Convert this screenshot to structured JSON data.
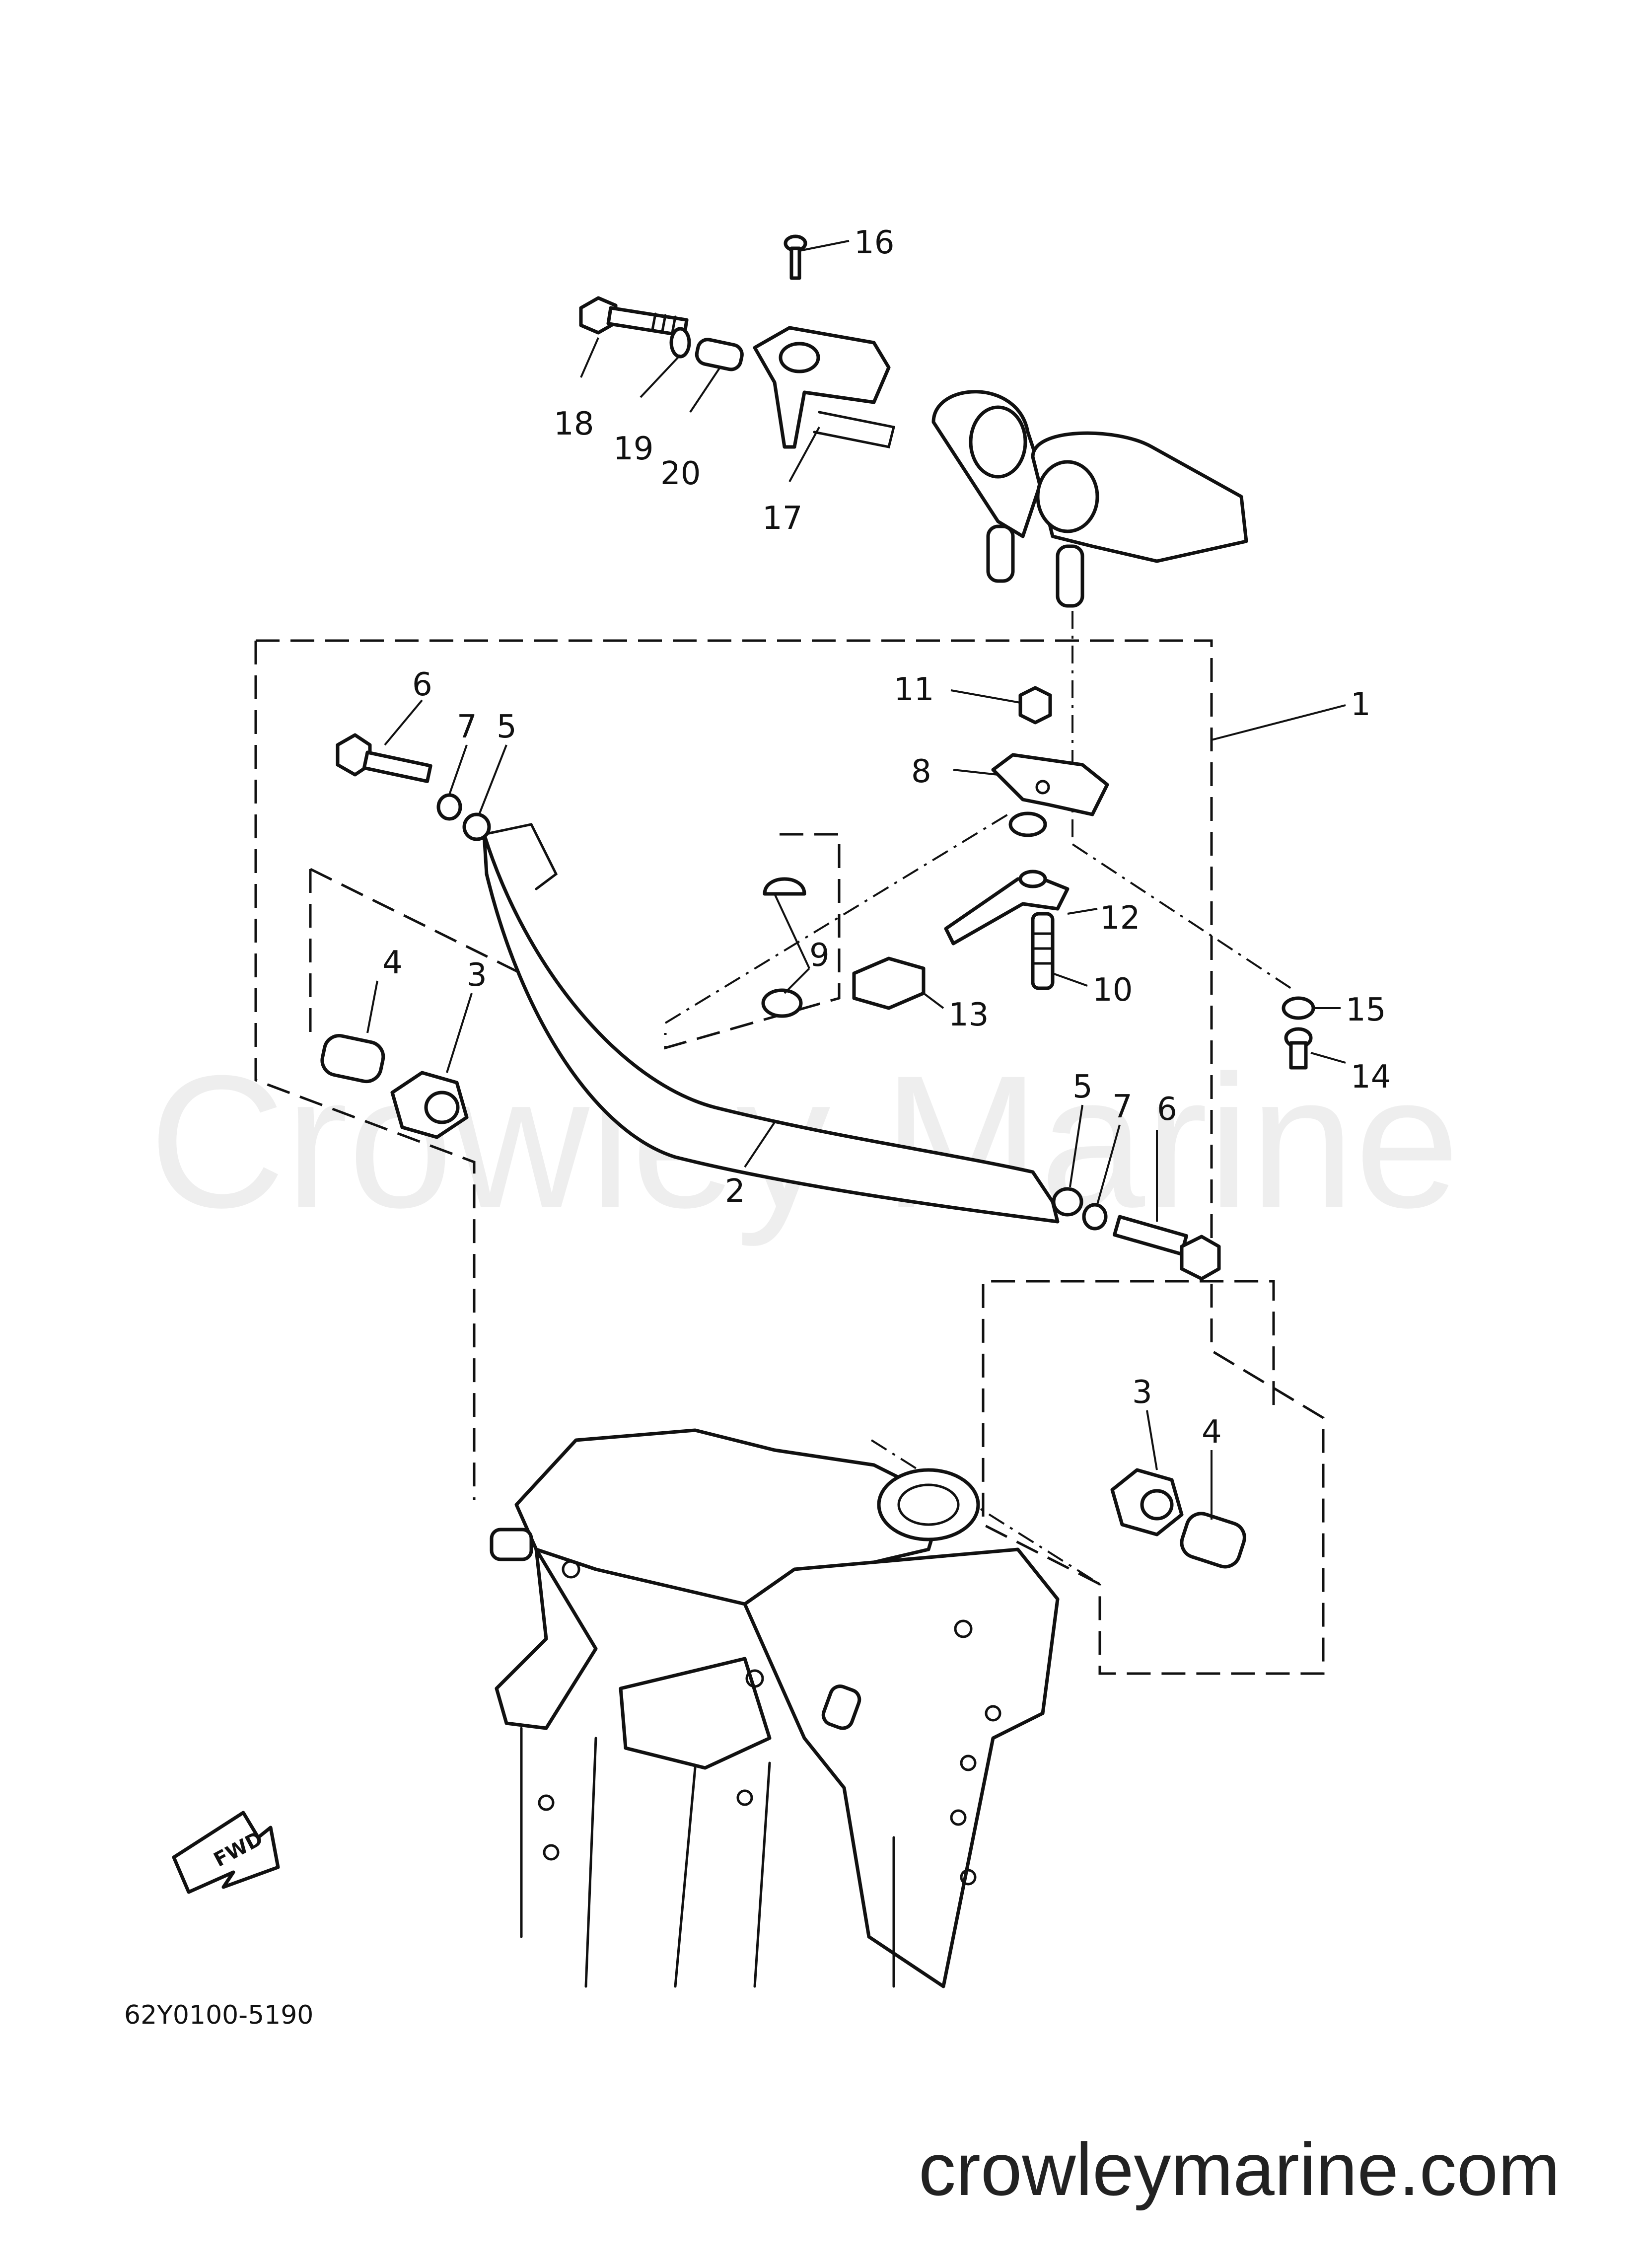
{
  "diagram": {
    "callouts": [
      "1",
      "2",
      "3",
      "3",
      "4",
      "4",
      "5",
      "5",
      "6",
      "6",
      "7",
      "7",
      "8",
      "9",
      "10",
      "11",
      "12",
      "13",
      "14",
      "15",
      "16",
      "17",
      "18",
      "19",
      "20"
    ],
    "drawing_code": "62Y0100-5190",
    "fwd_label": "FWD",
    "watermark": "Crowley Marine",
    "website": "crowleymarine.com"
  }
}
